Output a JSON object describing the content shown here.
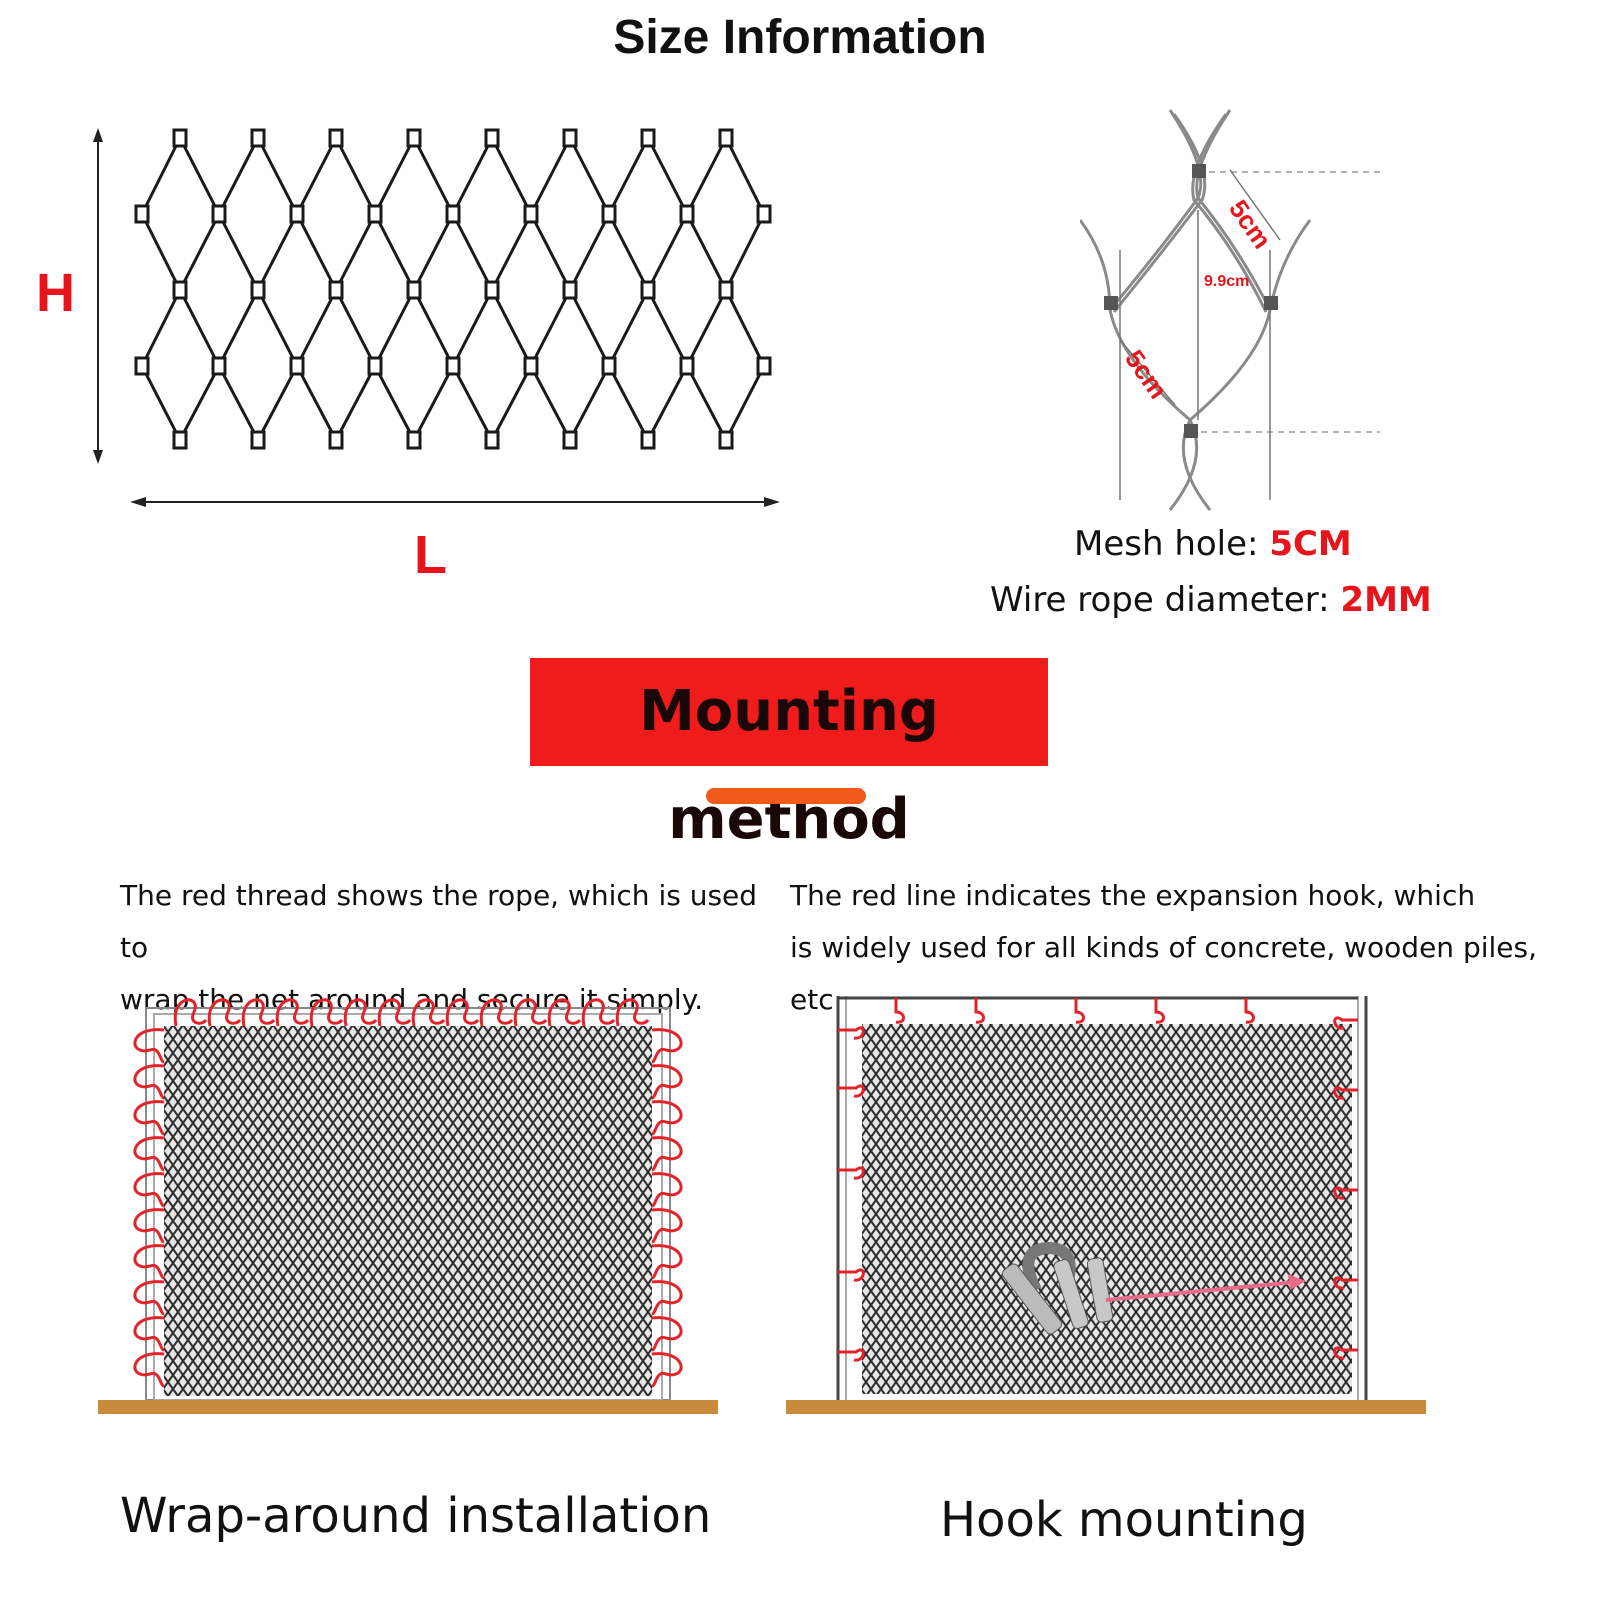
{
  "title": "Size Information",
  "dimensions": {
    "height_label": "H",
    "length_label": "L"
  },
  "detail": {
    "side_top": "5cm",
    "side_bottom": "5cm",
    "height": "9.9cm"
  },
  "specs": {
    "mesh_hole_label": "Mesh hole:",
    "mesh_hole_value": "5CM",
    "wire_label": "Wire rope diameter:",
    "wire_value": "2MM"
  },
  "mounting": {
    "title": "Mounting method",
    "left_caption_1": "The red thread shows the rope, which is used to",
    "left_caption_2": "wrap the net around and secure it simply.",
    "right_caption_1": "The red line indicates the expansion hook, which",
    "right_caption_2": "is widely used for all kinds of concrete, wooden piles, etc.",
    "left_name": "Wrap-around installation",
    "right_name": "Hook mounting"
  },
  "colors": {
    "accent_red": "#e8141b",
    "banner_red": "#f01c1c",
    "ground": "#c98a3c",
    "bar_orange": "#f05a1a"
  }
}
